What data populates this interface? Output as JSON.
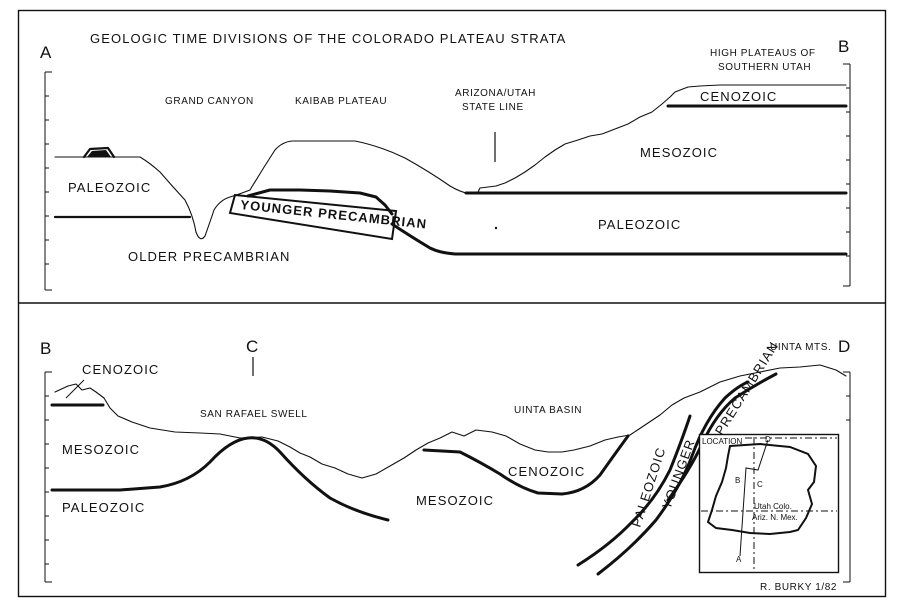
{
  "title": "GEOLOGIC TIME DIVISIONS OF THE COLORADO PLATEAU STRATA",
  "top_section": {
    "left_letter": "A",
    "right_letter": "B",
    "places": {
      "grand_canyon": "GRAND CANYON",
      "kaibab_plateau": "KAIBAB PLATEAU",
      "state_line_1": "ARIZONA/UTAH",
      "state_line_2": "STATE LINE",
      "high_plateaus_1": "HIGH PLATEAUS OF",
      "high_plateaus_2": "SOUTHERN UTAH"
    },
    "strata": {
      "paleozoic_left": "PALEOZOIC",
      "younger_precambrian": "YOUNGER PRECAMBRIAN",
      "older_precambrian": "OLDER PRECAMBRIAN",
      "cenozoic": "CENOZOIC",
      "mesozoic": "MESOZOIC",
      "paleozoic_right": "PALEOZOIC"
    }
  },
  "bottom_section": {
    "left_letter": "B",
    "center_letter": "C",
    "right_letter": "D",
    "places": {
      "san_rafael_swell": "SAN RAFAEL SWELL",
      "uinta_basin": "UINTA BASIN",
      "uinta_mts": "UINTA MTS."
    },
    "strata": {
      "cenozoic_left": "CENOZOIC",
      "mesozoic_left": "MESOZOIC",
      "paleozoic_left": "PALEOZOIC",
      "mesozoic_center": "MESOZOIC",
      "cenozoic_basin": "CENOZOIC",
      "paleozoic_band": "PALEOZOIC",
      "younger_band": "YOUNGER",
      "precambrian_band": "PRECAMBRIAN"
    }
  },
  "location_map": {
    "title": "LOCATION",
    "point_a": "A",
    "point_b": "B",
    "point_c": "C",
    "point_d": "D",
    "states_1": "Utah Colo.",
    "states_2": "Ariz. N. Mex."
  },
  "credit": "R. BURKY  1/82"
}
